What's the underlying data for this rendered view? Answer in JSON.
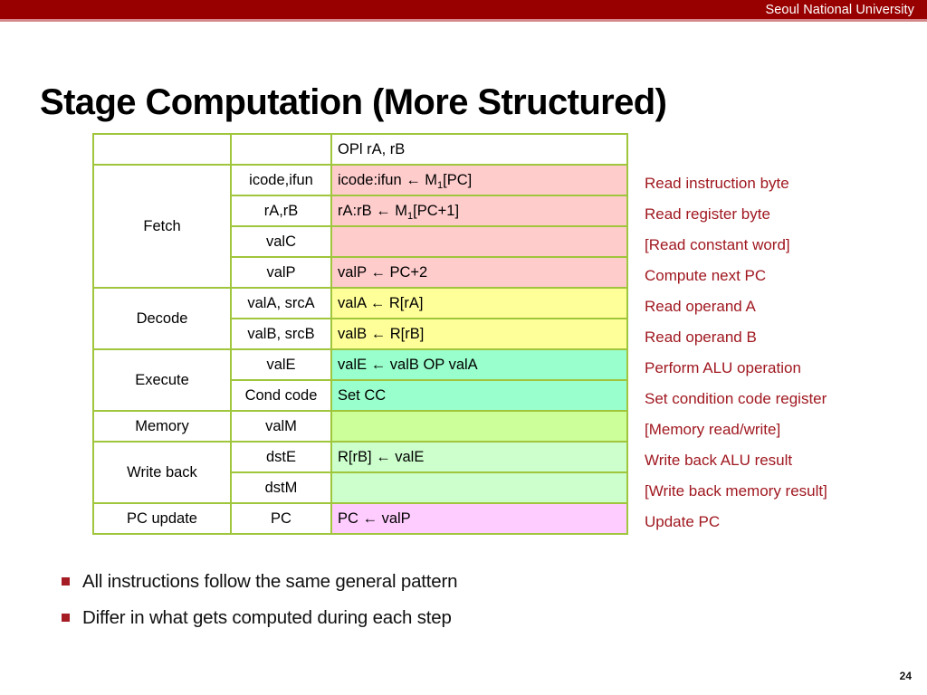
{
  "banner": {
    "institution": "Seoul National University",
    "bar_color": "#980000",
    "underline_color": "#d4888c"
  },
  "slide": {
    "title": "Stage Computation (More Structured)",
    "page_number": "24"
  },
  "table": {
    "instruction_header": "OPl rA, rB",
    "border_color": "#9fc63c",
    "columns": [
      "stage",
      "field",
      "expression"
    ],
    "rows": [
      {
        "stage": "Fetch",
        "stage_rowspan": 4,
        "fill": "pink",
        "fill_color": "#ffcccc",
        "items": [
          {
            "field": "icode,ifun",
            "expr": "icode:ifun ← M1[PC]",
            "expr_html": "icode:ifun ← M<sub>1</sub>[PC]",
            "note": "Read instruction byte"
          },
          {
            "field": "rA,rB",
            "expr": "rA:rB ← M1[PC+1]",
            "expr_html": "rA:rB ← M<sub>1</sub>[PC+1]",
            "note": "Read register byte"
          },
          {
            "field": "valC",
            "expr": "",
            "expr_html": "",
            "note": "[Read constant word]"
          },
          {
            "field": "valP",
            "expr": "valP ← PC+2",
            "expr_html": "valP ← PC+2",
            "note": "Compute next PC"
          }
        ]
      },
      {
        "stage": "Decode",
        "stage_rowspan": 2,
        "fill": "yellow",
        "fill_color": "#ffff99",
        "items": [
          {
            "field": "valA, srcA",
            "expr": "valA ← R[rA]",
            "expr_html": "valA ← R[rA]",
            "note": "Read operand A"
          },
          {
            "field": "valB, srcB",
            "expr": "valB ← R[rB]",
            "expr_html": "valB ← R[rB]",
            "note": "Read operand B"
          }
        ]
      },
      {
        "stage": "Execute",
        "stage_rowspan": 2,
        "fill": "teal",
        "fill_color": "#99ffcc",
        "items": [
          {
            "field": "valE",
            "expr": "valE ← valB OP valA",
            "expr_html": "valE ← valB OP valA",
            "note": "Perform ALU operation"
          },
          {
            "field": "Cond code",
            "expr": "Set CC",
            "expr_html": "Set CC",
            "note": "Set condition code register"
          }
        ]
      },
      {
        "stage": "Memory",
        "stage_rowspan": 1,
        "fill": "lime",
        "fill_color": "#ccff99",
        "items": [
          {
            "field": "valM",
            "expr": "",
            "expr_html": "",
            "note": "[Memory read/write]"
          }
        ]
      },
      {
        "stage": "Write back",
        "stage_rowspan": 2,
        "fill": "green",
        "fill_color": "#ccffcc",
        "items": [
          {
            "field": "dstE",
            "expr": "R[rB] ← valE",
            "expr_html": "R[rB] ← valE",
            "note": "Write back ALU result"
          },
          {
            "field": "dstM",
            "expr": "",
            "expr_html": "",
            "note": "[Write back memory result]"
          }
        ]
      },
      {
        "stage": "PC update",
        "stage_rowspan": 1,
        "fill": "magenta",
        "fill_color": "#ffccff",
        "items": [
          {
            "field": "PC",
            "expr": "PC ← valP",
            "expr_html": "PC ← valP",
            "note": "Update PC"
          }
        ]
      }
    ]
  },
  "annotations": {
    "color": "#a01820",
    "items": [
      "Read instruction byte",
      "Read register byte",
      "[Read constant word]",
      "Compute next PC",
      "Read operand A",
      "Read operand B",
      "Perform ALU operation",
      "Set condition code register",
      "[Memory read/write]",
      "Write back ALU result",
      "[Write back memory result]",
      "Update PC"
    ]
  },
  "bullets": {
    "marker_color": "#a61c24",
    "items": [
      "All instructions follow the same general pattern",
      "Differ in what gets computed during each step"
    ]
  }
}
